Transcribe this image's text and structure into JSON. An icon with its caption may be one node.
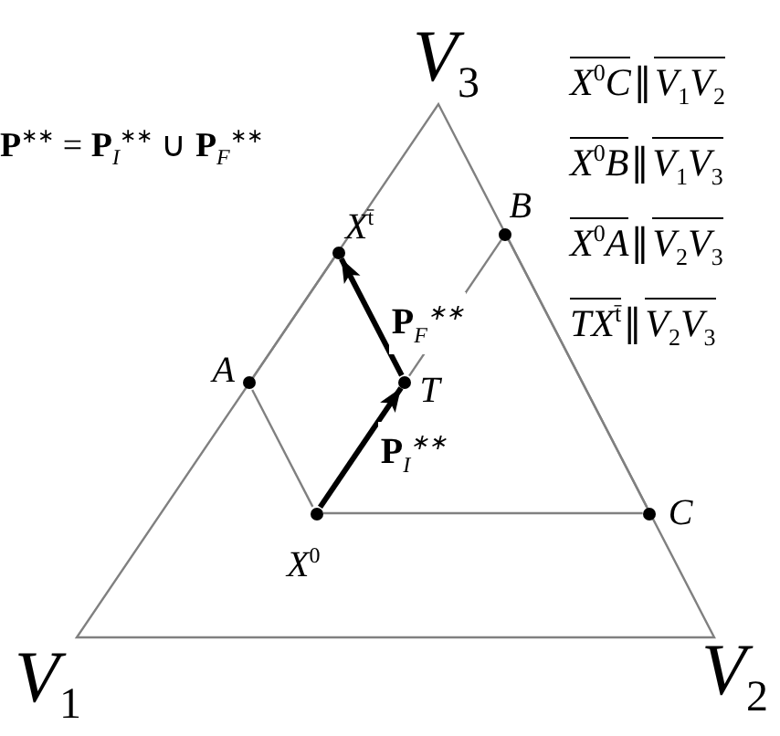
{
  "diagram": {
    "nodes": [
      {
        "text": [],
        "shape": "circle",
        "beside": [
          "X$^{t̄}$"
        ]
      },
      {
        "text": [],
        "shape": "circle",
        "beside": [
          "B"
        ]
      },
      {
        "text": [],
        "shape": "circle",
        "beside": [
          "A"
        ]
      },
      {
        "text": [],
        "shape": "circle",
        "beside": [
          "T"
        ]
      },
      {
        "text": [],
        "shape": "circle",
        "beside": [
          "C"
        ]
      },
      {
        "text": [],
        "shape": "circle",
        "beside": [
          "X$^{0}$"
        ]
      }
    ],
    "edges": [
      {
        "from": 5,
        "to": 3,
        "arrow": "to",
        "label": "**P**$_{I}$$^{∗∗}$",
        "style": "thick",
        "color": "#000000"
      },
      {
        "from": 3,
        "to": 0,
        "arrow": "to",
        "label": "**P**$_{F}$$^{∗∗}$",
        "style": "thick",
        "color": "#000000"
      },
      {
        "from": 5,
        "to": 2,
        "arrow": "none"
      },
      {
        "from": 2,
        "to": 0,
        "arrow": "none"
      },
      {
        "from": 3,
        "to": 1,
        "arrow": "none"
      },
      {
        "from": 5,
        "to": 4,
        "arrow": "none"
      },
      {
        "from": 1,
        "to": 4,
        "arrow": "none"
      }
    ],
    "labels": [
      "V$_{3}$",
      "X$^{0}$C∥V$_{1}$V$_{2}$",
      "**P**$^{∗∗}$ = **P**$_{I}$$^{∗∗}$ ∪ **P**$_{F}$$^{∗∗}$",
      "X$^{0}$B∥V$_{1}$V$_{3}$",
      "X$^{0}$A∥V$_{2}$V$_{3}$",
      "TX$^{t̄}$∥V$_{2}$V$_{3}$",
      "V$_{1}$",
      "V$_{2}$"
    ]
  }
}
